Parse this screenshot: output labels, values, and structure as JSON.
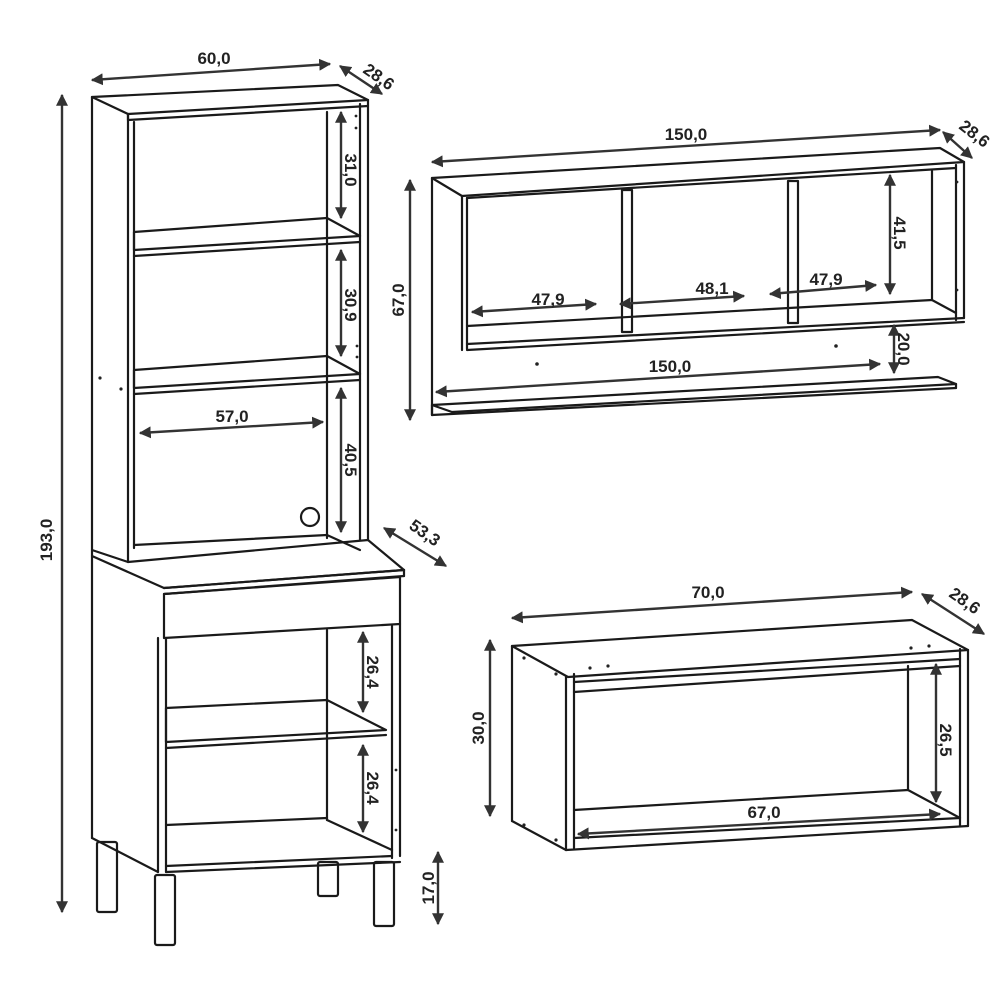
{
  "diagram": {
    "type": "furniture-dimension-drawing",
    "unit": "cm",
    "colors": {
      "line": "#1a1a1a",
      "dimension": "#333333",
      "background": "#ffffff"
    },
    "tall_cabinet": {
      "width": "60,0",
      "depth_top": "28,6",
      "total_height": "193,0",
      "shelf_1_height": "31,0",
      "shelf_2_height": "30,9",
      "niche_height": "40,5",
      "niche_width": "57,0",
      "base_depth": "53,3",
      "lower_shelf_1_height": "26,4",
      "lower_shelf_2_height": "26,4",
      "leg_height": "17,0"
    },
    "wall_shelf_unit": {
      "width": "150,0",
      "depth": "28,6",
      "total_height": "67,0",
      "compartment_left_width": "47,9",
      "compartment_middle_width": "48,1",
      "compartment_right_width": "47,9",
      "compartment_height": "41,5",
      "ledge_height": "20,0",
      "ledge_width": "150,0"
    },
    "wall_cabinet": {
      "width": "70,0",
      "depth": "28,6",
      "height": "30,0",
      "inner_height": "26,5",
      "inner_width": "67,0"
    }
  }
}
